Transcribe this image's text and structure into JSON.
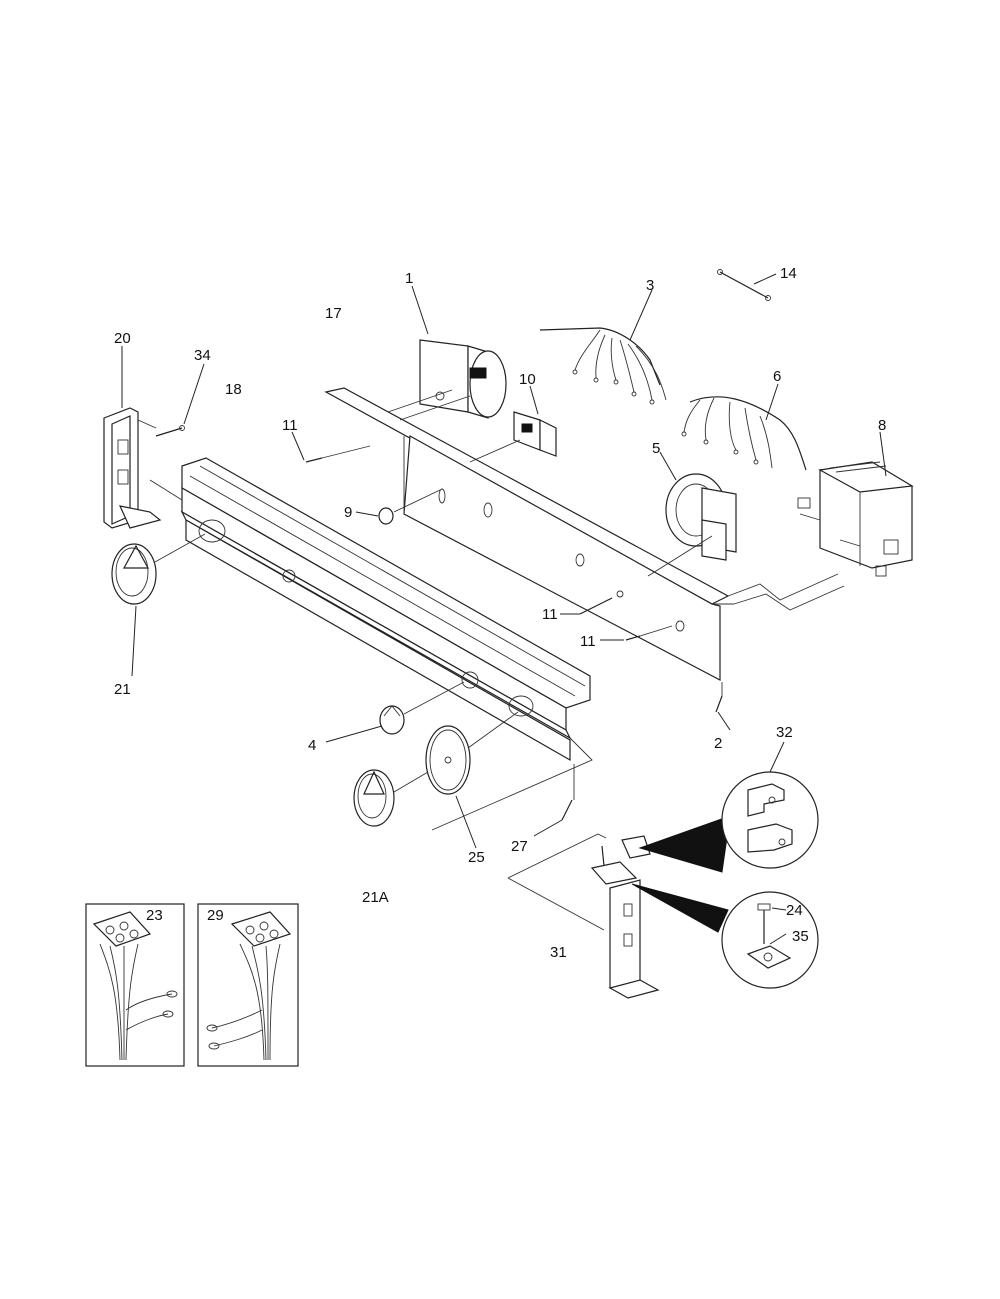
{
  "labels": {
    "p1": "1",
    "p2": "2",
    "p3": "3",
    "p4": "4",
    "p5": "5",
    "p6": "6",
    "p8": "8",
    "p9": "9",
    "p10": "10",
    "p11a": "11",
    "p11b": "11",
    "p11c": "11",
    "p14": "14",
    "p17": "17",
    "p18": "18",
    "p20": "20",
    "p21": "21",
    "p21a": "21A",
    "p23": "23",
    "p24": "24",
    "p25": "25",
    "p27": "27",
    "p29": "29",
    "p31": "31",
    "p32": "32",
    "p34": "34",
    "p35": "35"
  }
}
